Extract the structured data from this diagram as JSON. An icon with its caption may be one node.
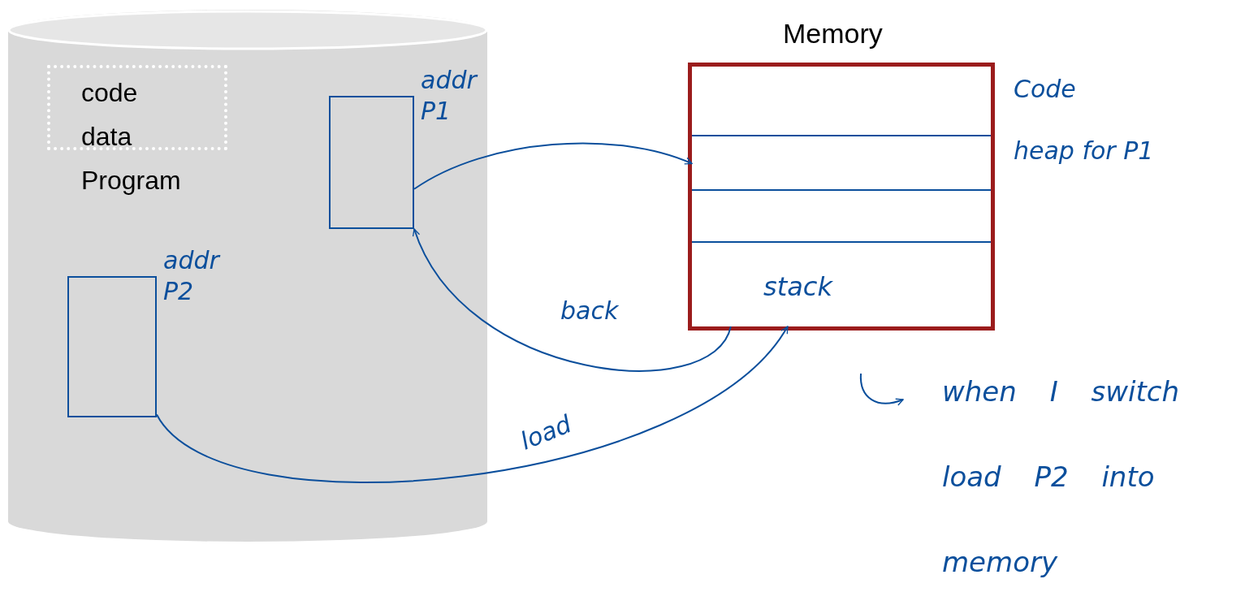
{
  "diagram": {
    "nodes": [
      {
        "text": [],
        "shape": "cylinder"
      },
      {
        "text": [
          "code",
          "data",
          "Program"
        ],
        "in": 0
      },
      {
        "text": [],
        "shape": "box",
        "in": 0,
        "beside": [
          "addr P1"
        ]
      },
      {
        "text": [],
        "shape": "box",
        "in": 0,
        "beside": [
          "addr P2"
        ]
      },
      {
        "text": [
          "Memory"
        ]
      },
      {
        "text": [],
        "shape": "box",
        "in": 4,
        "beside": [
          "Code"
        ]
      },
      {
        "text": [],
        "shape": "box",
        "in": 4,
        "beside": [
          "heap for P1"
        ]
      },
      {
        "text": [],
        "shape": "box",
        "in": 4
      },
      {
        "text": [
          "stack"
        ],
        "in": 4
      },
      {
        "text": [
          "when I switch load P2 into memory"
        ]
      }
    ],
    "edges": [
      {
        "from": 2,
        "to": 6,
        "arrow": "to"
      },
      {
        "from": 8,
        "to": 2,
        "arrow": "to",
        "label": "back"
      },
      {
        "from": 3,
        "to": 8,
        "arrow": "to",
        "label": "load"
      },
      {
        "from": null,
        "to": 9,
        "arrow": "to"
      }
    ]
  }
}
